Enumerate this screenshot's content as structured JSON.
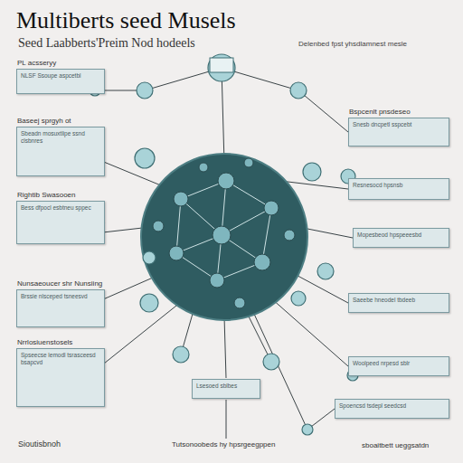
{
  "diagram": {
    "title": "Multiberts seed  Musels",
    "nodes": [
      {
        "text": [
          "PL acsseryy",
          "NLSF Ssoupe aspcetbl"
        ]
      },
      {
        "text": [
          "Baseej sprgyh ot",
          "Sbeadn mosuxtlipe ssnd clsbnres"
        ]
      },
      {
        "text": [
          "Rightib Swasooen",
          "Bess dfpocl esbtneu sppec"
        ]
      },
      {
        "text": [
          "Nunsaeoucer shr Nunsiing",
          "Brssie nlsceped tsneesvd"
        ]
      },
      {
        "text": [
          "Nrrlosiuenstosels",
          "Spseecse lemodl tsrasceesd bsapcvd"
        ]
      },
      {
        "text": [
          "Bspcenlt pnsdeseo",
          "Snesb dncpetl sspcebt"
        ]
      },
      {
        "text": [
          "Resnesocd hpsnsb"
        ]
      },
      {
        "text": [
          "Mopesbeod hpspeeesbd"
        ]
      },
      {
        "text": [
          "Saeebe hneodel tbdeeb"
        ]
      },
      {
        "text": [
          "Woolpeed nrpesd sblr"
        ]
      },
      {
        "text": [
          "Spoencsd tsdepl seedcsd"
        ]
      },
      {
        "text": [
          "Lsesoed sblbes"
        ]
      }
    ],
    "labels": [
      "Seed Laabberts'Preim Nod hodeels",
      "Delenbed fpst yhsdlamnest mesle",
      "Sioutisbnoh",
      "Tutsonoobeds hy hpsrgeegppen",
      "sboaitbett ueggsatdn"
    ]
  }
}
